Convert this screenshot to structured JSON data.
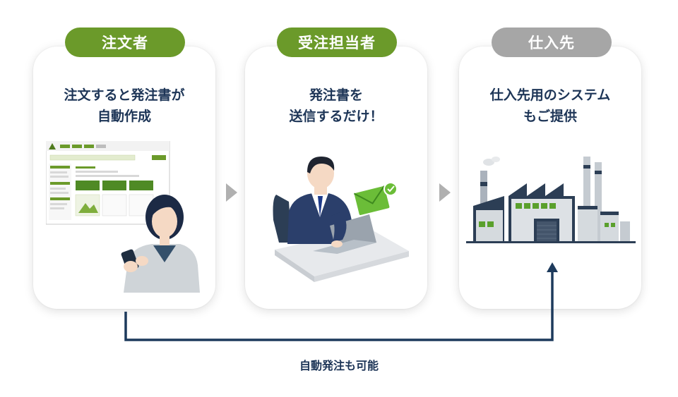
{
  "steps": [
    {
      "label": "注文者",
      "lines": [
        "注文すると発注書が",
        "自動作成"
      ]
    },
    {
      "label": "受注担当者",
      "lines": [
        "発注書を",
        "送信するだけ！"
      ]
    },
    {
      "label": "仕入先",
      "lines": [
        "仕入先用のシステム",
        "もご提供"
      ]
    }
  ],
  "bypass_label": "自動発注も可能",
  "colors": {
    "active_pill": "#6b9a2a",
    "inactive_pill": "#a6a6a6",
    "text": "#1d3557",
    "flow_line": "#1d3a5c",
    "chevron": "#b0b0b0"
  }
}
